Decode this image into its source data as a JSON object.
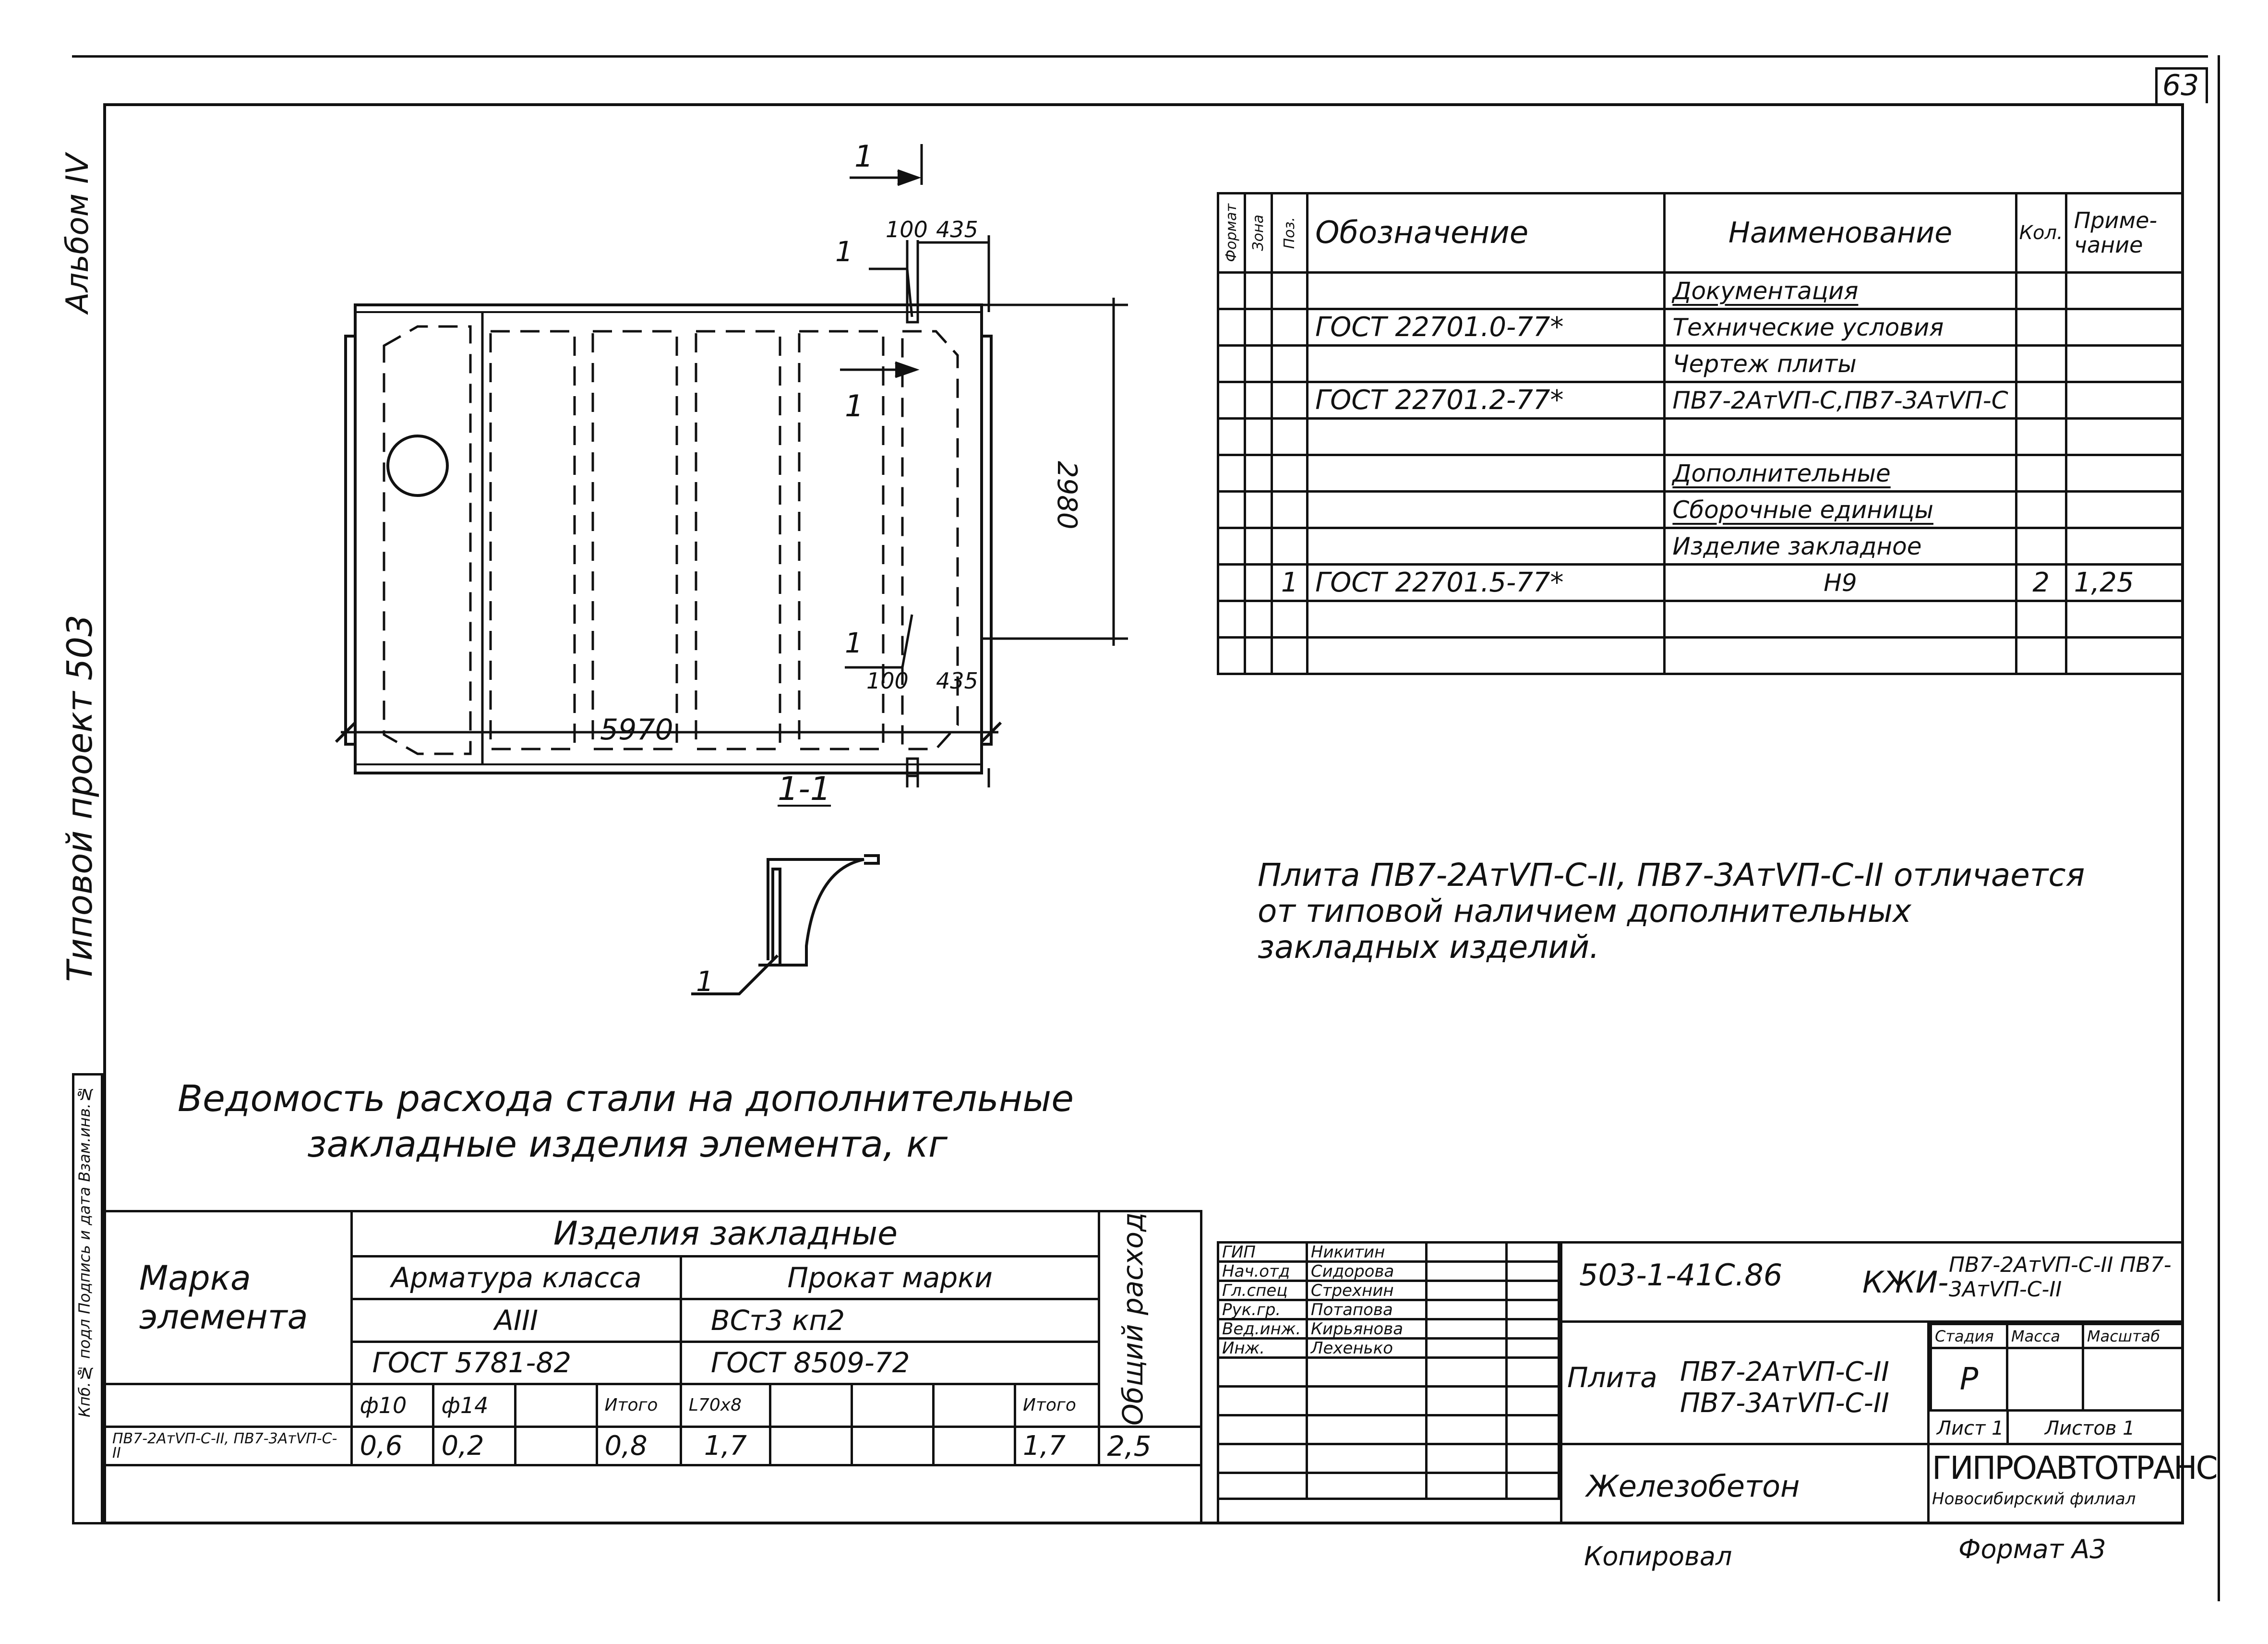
{
  "sheet": {
    "number": "63",
    "album": "Альбом IV",
    "project": "Типовой проект 503",
    "side_strip": "Кпб.№ подл Подпись и дата Взам.инв.№"
  },
  "drawing": {
    "section_mark": "1",
    "section_title": "1-1",
    "dim_100": "100",
    "dim_435": "435",
    "dim_height": "2980",
    "dim_length": "5970",
    "pos_label": "1"
  },
  "spec": {
    "headers": {
      "format": "Формат",
      "zone": "Зона",
      "pos": "Поз.",
      "designation": "Обозначение",
      "name": "Наименование",
      "qty": "Кол.",
      "note": "Приме-чание"
    },
    "rows": [
      {
        "pos": "",
        "designation": "",
        "name": "Документация",
        "qty": "",
        "note": "",
        "underline": true
      },
      {
        "pos": "",
        "designation": "ГОСТ 22701.0-77*",
        "name": "Технические условия",
        "qty": "",
        "note": "",
        "underline": false
      },
      {
        "pos": "",
        "designation": "",
        "name": "Чертеж плиты",
        "qty": "",
        "note": "",
        "underline": false
      },
      {
        "pos": "",
        "designation": "ГОСТ 22701.2-77*",
        "name": "ПВ7-2АтVП-С,ПВ7-3АтVП-С",
        "qty": "",
        "note": "",
        "underline": false
      },
      {
        "pos": "",
        "designation": "",
        "name": "",
        "qty": "",
        "note": "",
        "underline": false
      },
      {
        "pos": "",
        "designation": "",
        "name": "Дополнительные",
        "qty": "",
        "note": "",
        "underline": true
      },
      {
        "pos": "",
        "designation": "",
        "name": "Сборочные единицы",
        "qty": "",
        "note": "",
        "underline": true
      },
      {
        "pos": "",
        "designation": "",
        "name": "Изделие закладное",
        "qty": "",
        "note": "",
        "underline": false
      },
      {
        "pos": "1",
        "designation": "ГОСТ 22701.5-77*",
        "name": "Н9",
        "qty": "2",
        "note": "1,25",
        "underline": false
      },
      {
        "pos": "",
        "designation": "",
        "name": "",
        "qty": "",
        "note": "",
        "underline": false
      },
      {
        "pos": "",
        "designation": "",
        "name": "",
        "qty": "",
        "note": "",
        "underline": false
      }
    ]
  },
  "note": {
    "line1": "Плита ПВ7-2АтVП-С-II, ПВ7-3АтVП-С-II отличается",
    "line2": "от типовой наличием дополнительных",
    "line3": "закладных изделий."
  },
  "steel": {
    "title_line1": "Ведомость расхода стали на дополнительные",
    "title_line2": "закладные изделия элемента, кг",
    "mark_header": "Марка элемента",
    "group_header": "Изделия закладные",
    "rebar_class": "Арматура класса",
    "rebar_grade": "АIII",
    "rebar_gost": "ГОСТ 5781-82",
    "rolled_mark": "Прокат марки",
    "rolled_grade": "ВСт3 кп2",
    "rolled_gost": "ГОСТ 8509-72",
    "total_header": "Общий расход",
    "sub_headers": [
      "ф10",
      "ф14",
      "",
      "Итого",
      "L70x8",
      "",
      "",
      "",
      "Итого"
    ],
    "row_mark": "ПВ7-2АтVП-С-II, ПВ7-3АтVП-С-II",
    "row_values": [
      "0,6",
      "0,2",
      "",
      "0,8",
      "1,7",
      "",
      "",
      "",
      "1,7"
    ],
    "row_total": "2,5"
  },
  "stamp": {
    "people": [
      {
        "role": "ГИП",
        "name": "Никитин"
      },
      {
        "role": "Нач.отд",
        "name": "Сидорова"
      },
      {
        "role": "Гл.спец",
        "name": "Стрехнин"
      },
      {
        "role": "Рук.гр.",
        "name": "Потапова"
      },
      {
        "role": "Вед.инж.",
        "name": "Кирьянова"
      },
      {
        "role": "Инж.",
        "name": "Лехенько"
      }
    ],
    "code": "503-1-41С.86",
    "kzh": "КЖИ-",
    "kzh_items": "ПВ7-2АтVП-С-II ПВ7-3АтVП-С-II",
    "product": "Плита",
    "product_items_1": "ПВ7-2АтVП-С-II",
    "product_items_2": "ПВ7-3АтVП-С-II",
    "material": "Железобетон",
    "stage_header": "Стадия",
    "mass_header": "Масса",
    "scale_header": "Масштаб",
    "stage": "Р",
    "sheet_label": "Лист 1",
    "sheets_label": "Листов 1",
    "org": "ГИПРОАВТОТРАНС",
    "org_branch": "Новосибирский филиал",
    "copied": "Копировал",
    "format": "Формат А3"
  },
  "colors": {
    "ink": "#111111",
    "paper": "#ffffff"
  }
}
